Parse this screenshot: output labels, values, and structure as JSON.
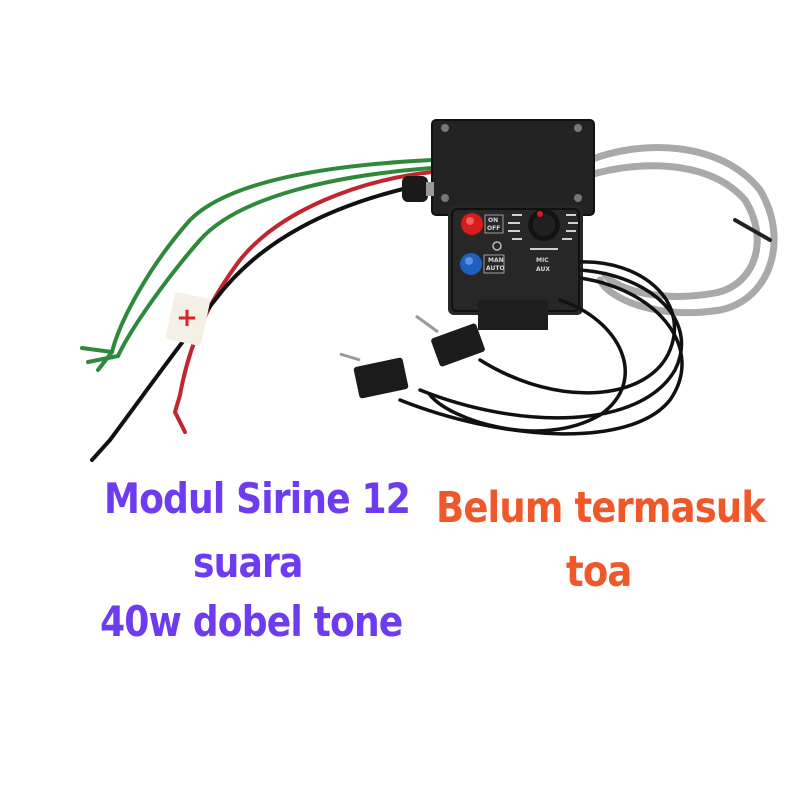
{
  "captions": {
    "left": [
      "Modul Sirine 12",
      "suara",
      "40w dobel tone"
    ],
    "right": [
      "Belum termasuk",
      "toa"
    ]
  },
  "device": {
    "labels": {
      "on_off": [
        "ON",
        "OFF"
      ],
      "man_auto": [
        "MAN",
        "AUTO"
      ],
      "mic_aux": [
        "MIC",
        "AUX"
      ],
      "plus_mark": "+"
    }
  },
  "colors": {
    "left_caption": "#6e3cf0",
    "right_caption": "#f0582a",
    "box": "#222222",
    "red_button": "#d81c1c",
    "blue_button": "#1f5fbf",
    "wire_green": "#2e8a3a",
    "wire_red": "#c0262e",
    "wire_black": "#111111",
    "cable_grey": "#a9a9a9"
  }
}
